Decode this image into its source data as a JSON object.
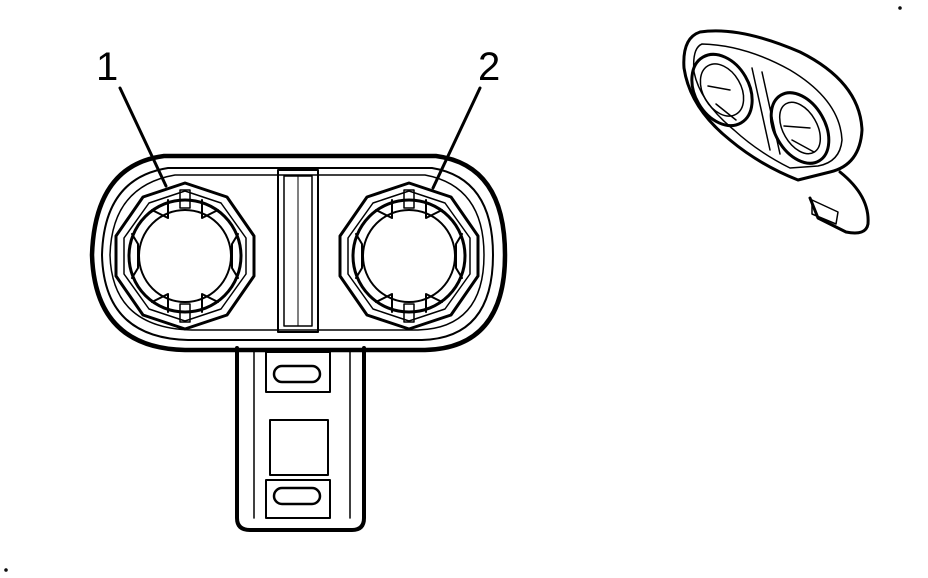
{
  "callouts": [
    {
      "label": "1",
      "target": "left-connector-cavity"
    },
    {
      "label": "2",
      "target": "right-connector-cavity"
    }
  ],
  "colors": {
    "line": "#000000",
    "background": "#ffffff"
  }
}
